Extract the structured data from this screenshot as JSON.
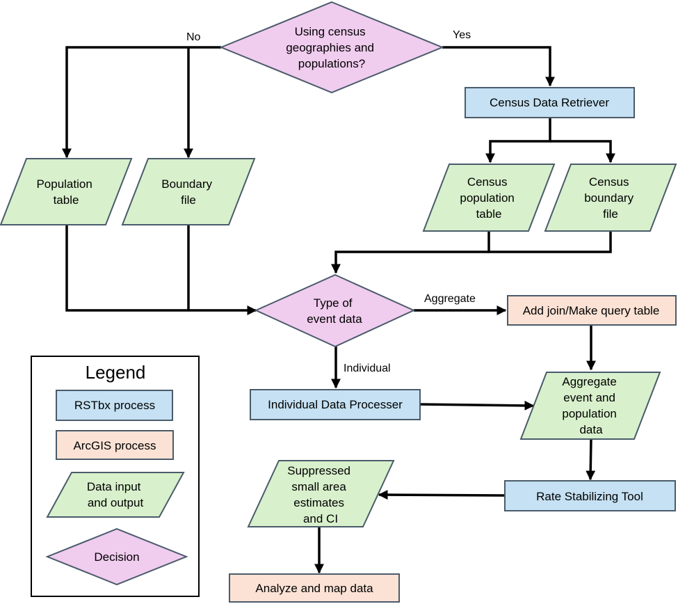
{
  "nodes": {
    "census_decision": [
      "Using census",
      "geographies and",
      "populations?"
    ],
    "census_data_retriever": [
      "Census Data Retriever"
    ],
    "population_table": [
      "Population",
      "table"
    ],
    "boundary_file": [
      "Boundary",
      "file"
    ],
    "census_population_table": [
      "Census",
      "population",
      "table"
    ],
    "census_boundary_file": [
      "Census",
      "boundary",
      "file"
    ],
    "event_type_decision": [
      "Type of",
      "event data"
    ],
    "add_join": [
      "Add join/Make query table"
    ],
    "individual_processer": [
      "Individual Data Processer"
    ],
    "aggregate_data": [
      "Aggregate",
      "event and",
      "population",
      "data"
    ],
    "rate_stabilizing_tool": [
      "Rate Stabilizing Tool"
    ],
    "suppressed_estimates": [
      "Suppressed",
      "small area",
      "estimates",
      "and CI"
    ],
    "analyze_map": [
      "Analyze and map data"
    ]
  },
  "edge_labels": {
    "no": "No",
    "yes": "Yes",
    "aggregate": "Aggregate",
    "individual": "Individual"
  },
  "legend": {
    "title": "Legend",
    "rstbx": "RSTbx process",
    "arcgis": "ArcGIS process",
    "data_io": [
      "Data input",
      "and output"
    ],
    "decision": "Decision"
  },
  "colors": {
    "rstbx_process": "#c5e1f3",
    "arcgis_process": "#fbe2d5",
    "data_io": "#d8f0cc",
    "decision": "#f0ccee"
  }
}
